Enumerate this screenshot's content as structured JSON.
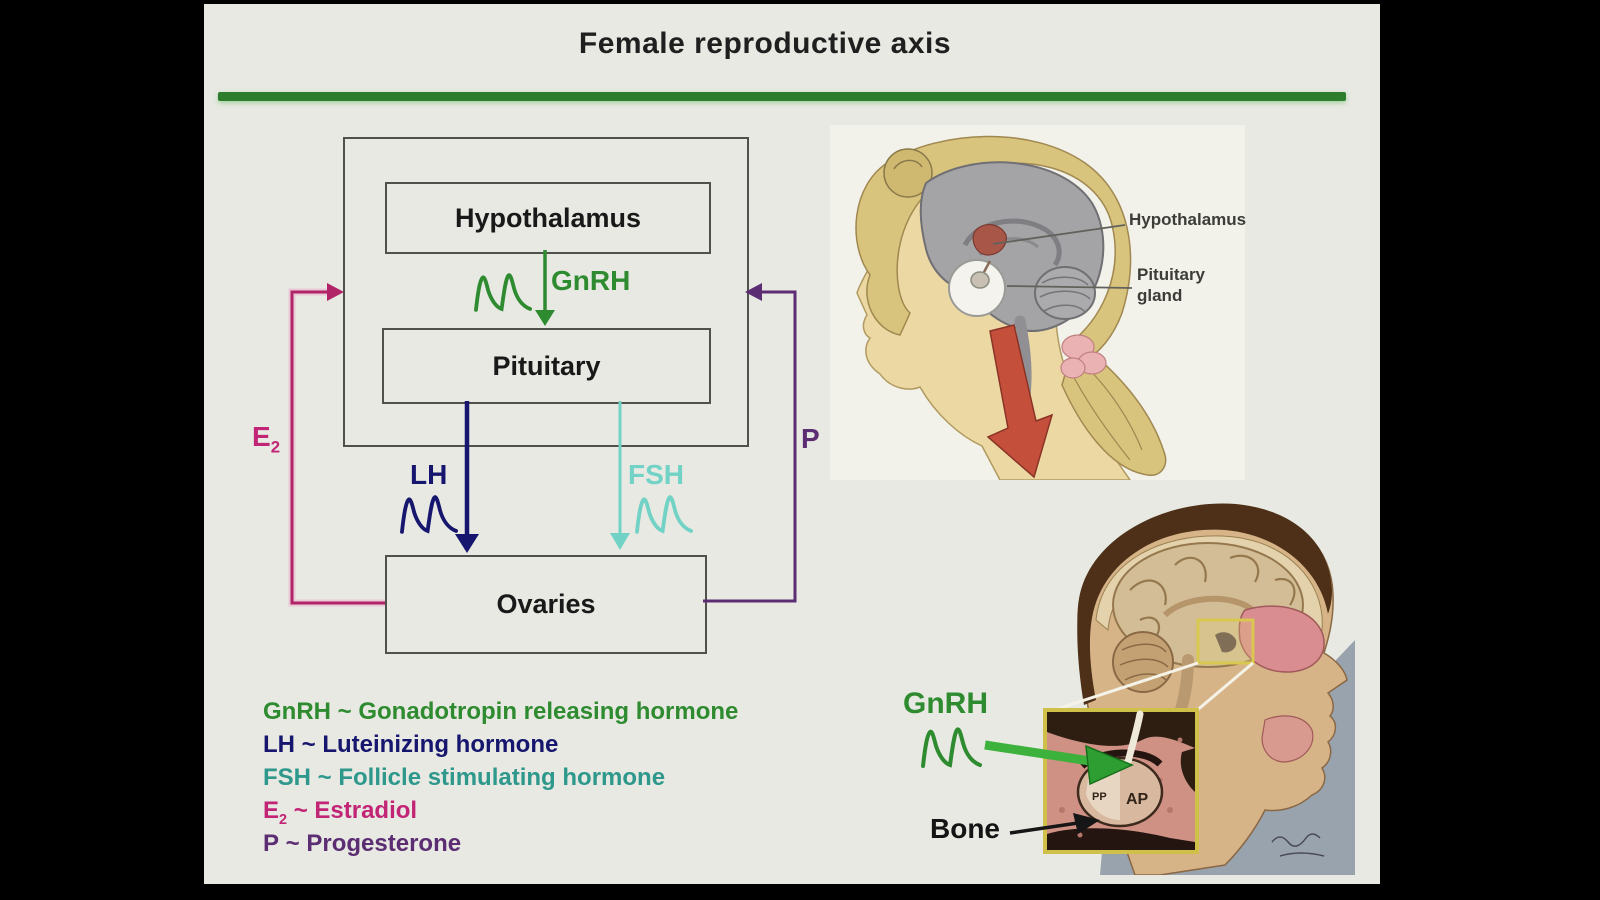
{
  "title": "Female reproductive axis",
  "diagram": {
    "hypothalamus": "Hypothalamus",
    "pituitary": "Pituitary",
    "ovaries": "Ovaries",
    "gnrh": "GnRH",
    "lh": "LH",
    "fsh": "FSH",
    "e2_abbr": "E",
    "e2_sub": "2",
    "p": "P"
  },
  "legend": {
    "items": [
      {
        "abbr": "GnRH",
        "rest": " ~ Gonadotropin releasing hormone"
      },
      {
        "abbr": "LH",
        "rest": " ~ Luteinizing hormone"
      },
      {
        "abbr": "FSH",
        "rest": " ~ Follicle stimulating hormone"
      },
      {
        "abbr": "E",
        "sub": "2",
        "rest": " ~ Estradiol"
      },
      {
        "abbr": "P",
        "rest": " ~ Progesterone"
      }
    ]
  },
  "head_illustration": {
    "hypothalamus_label": "Hypothalamus",
    "pituitary_label_line1": "Pituitary",
    "pituitary_label_line2": "gland"
  },
  "sagittal_illustration": {
    "gnrh_label": "GnRH",
    "bone_label": "Bone",
    "ap_label": "AP",
    "pp_label": "PP"
  },
  "colors": {
    "slide_bg": "#e7e9e2",
    "title_color": "#1f1f1f",
    "rule_green": "#2e7d2c",
    "gnrh_green": "#2e8b30",
    "lh_navy": "#16166e",
    "fsh_teal_arrow": "#72d2c6",
    "fsh_teal_text": "#2f988c",
    "e2_magenta": "#c22576",
    "p_purple": "#5c2d72",
    "box_border": "#50504c",
    "red_arrow": "#c4503c",
    "bone_black": "#141414",
    "callout_gray": "#3c3c38"
  }
}
